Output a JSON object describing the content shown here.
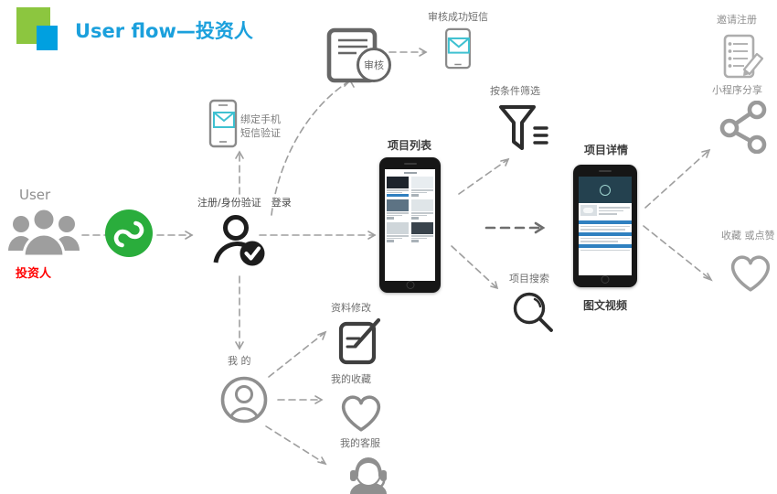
{
  "header": {
    "title": "User flow—投资人"
  },
  "colors": {
    "title_blue": "#1ba0dc",
    "logo_green": "#8cc63f",
    "logo_blue": "#00a0e0",
    "wechat_green": "#2aad3c",
    "envelope_teal": "#3fc1d1",
    "investor_red": "#ff0000",
    "arrow_gray": "#9e9e9e",
    "phone_screen_blue": "#2f80c0"
  },
  "nodes": {
    "user": {
      "label": "User",
      "role": "投资人"
    },
    "register": {
      "label": "注册/身份验证　登录"
    },
    "bind_phone": {
      "line1": "绑定手机",
      "line2": "短信验证"
    },
    "audit": {
      "stamp": "审核"
    },
    "audit_sms": {
      "label": "审核成功短信"
    },
    "project_list": {
      "label": "项目列表"
    },
    "filter": {
      "label": "按条件筛选"
    },
    "project_search": {
      "label": "项目搜索"
    },
    "project_detail": {
      "label": "项目详情",
      "sublabel": "图文视频"
    },
    "invite_register": {
      "label": "邀请注册"
    },
    "mini_program_share": {
      "label": "小程序分享"
    },
    "favorite_like": {
      "label": "收藏 或点赞"
    },
    "mine": {
      "label": "我 的"
    },
    "edit_profile": {
      "label": "资料修改"
    },
    "my_favorites": {
      "label": "我的收藏"
    },
    "my_service": {
      "label": "我的客服"
    }
  }
}
